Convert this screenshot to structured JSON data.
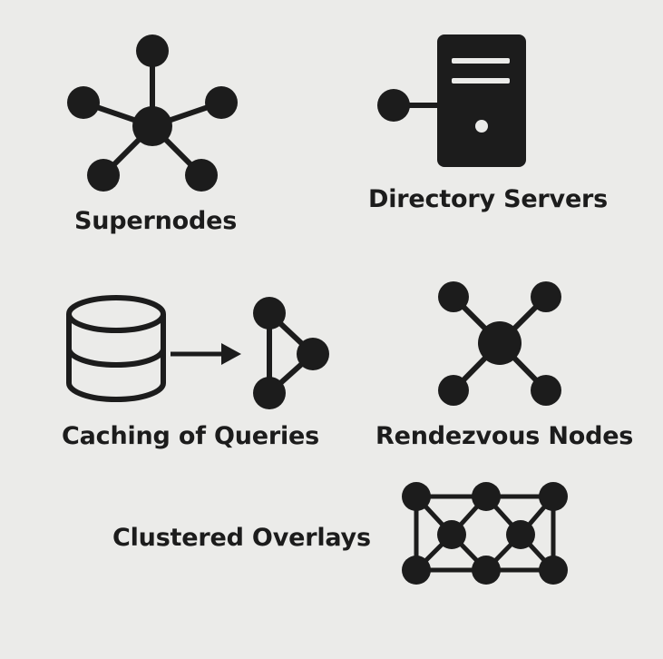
{
  "colors": {
    "background": "#ebebe9",
    "ink": "#1c1c1c"
  },
  "items": [
    {
      "label": "Supernodes",
      "icon": "hub-star-icon"
    },
    {
      "label": "Directory Servers",
      "icon": "server-icon"
    },
    {
      "label": "Caching of Queries",
      "icon": "database-to-network-icon"
    },
    {
      "label": "Rendezvous Nodes",
      "icon": "x-hub-icon"
    },
    {
      "label": "Clustered Overlays",
      "icon": "mesh-cluster-icon"
    }
  ]
}
